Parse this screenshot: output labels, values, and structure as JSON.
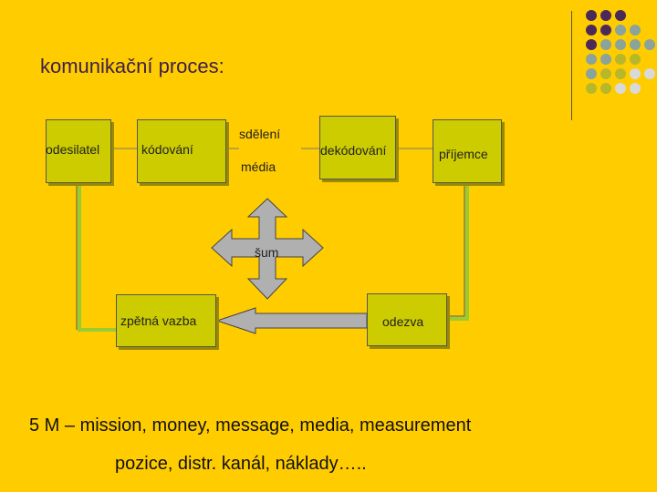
{
  "title": "komunikační proces:",
  "boxes": {
    "sender": "odesilatel",
    "encoding": "kódování",
    "message": "sdělení",
    "media": "média",
    "decoding": "dekódování",
    "receiver": "příjemce",
    "noise": "šum",
    "feedback": "zpětná vazba",
    "response": "odezva"
  },
  "bottom": {
    "line1": "5 M – mission, money, message, media, measurement",
    "line2": "pozice, distr. kanál, náklady….."
  },
  "colors": {
    "background": "#FFCC00",
    "box_fill": "#CCCC00",
    "arrow_fill": "#B0B0B0",
    "feedback_line": "#99CC33",
    "dot_purple": "#4B2A5A",
    "dot_gray": "#8AA39B",
    "dot_olive": "#B6B82A",
    "dot_light": "#D9D9D9"
  }
}
